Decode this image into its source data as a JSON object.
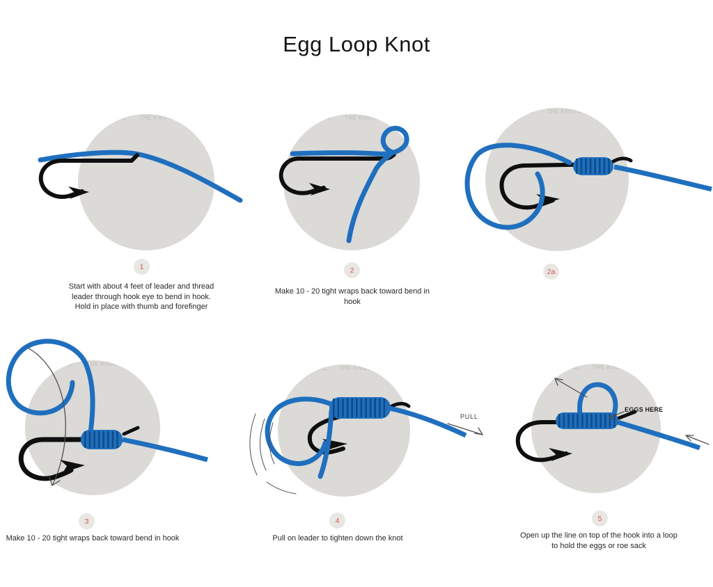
{
  "title": "Egg Loop Knot",
  "watermark": "THE KNOTS MANUAL",
  "colors": {
    "line_blue": "#1f6fbe",
    "coil_shadow_blue": "#0e4c88",
    "hook_black": "#0f0f0f",
    "circle_gray": "#dbdad7",
    "watermark_gray": "#c7c6c2",
    "badge_bg": "#e9e7e3",
    "badge_text": "#d9534e",
    "caption_text": "#2b2627"
  },
  "steps": [
    {
      "label": "1",
      "caption": "Start with about 4 feet of leader and thread\nleader through hook eye to bend in hook.\nHold in place with thumb and forefinger"
    },
    {
      "label": "2",
      "caption": "Make 10 - 20 tight wraps back toward bend in\nhook"
    },
    {
      "label": "2a",
      "caption": ""
    },
    {
      "label": "3",
      "caption": "Make 10 - 20 tight wraps back toward bend in hook"
    },
    {
      "label": "4",
      "caption": "Pull on leader to tighten down the knot",
      "annotation": "PULL"
    },
    {
      "label": "5",
      "caption": "Open up the line on top of the hook into a loop\nto hold the eggs or roe sack",
      "annotation": "EGGS HERE"
    }
  ]
}
